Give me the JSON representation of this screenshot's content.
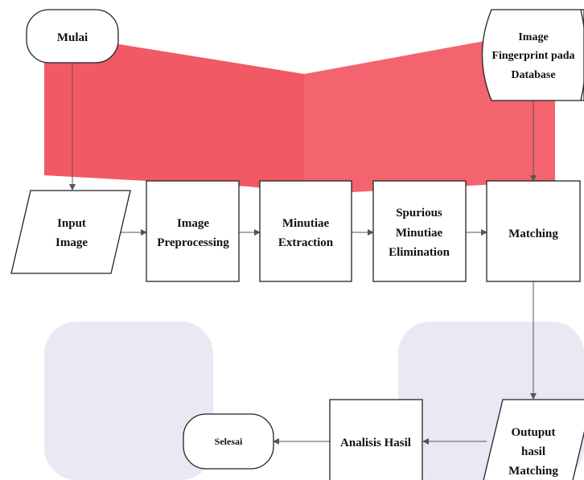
{
  "nodes": {
    "mulai": "Mulai",
    "database": [
      "Image",
      "Fingerprint pada",
      "Database"
    ],
    "input_image": [
      "Input",
      "Image"
    ],
    "preprocessing": [
      "Image",
      "Preprocessing"
    ],
    "minutiae_extraction": [
      "Minutiae",
      "Extraction"
    ],
    "spurious_elimination": [
      "Spurious",
      "Minutiae",
      "Elimination"
    ],
    "matching": "Matching",
    "output_matching": [
      "Outuput",
      "hasil",
      "Matching"
    ],
    "analisis_hasil": "Analisis Hasil",
    "selesai": "Selesai"
  },
  "colors": {
    "watermark_red": "#f0505c",
    "watermark_gray": "#e9e9f3",
    "stroke": "#222222",
    "arrow": "#555555"
  }
}
